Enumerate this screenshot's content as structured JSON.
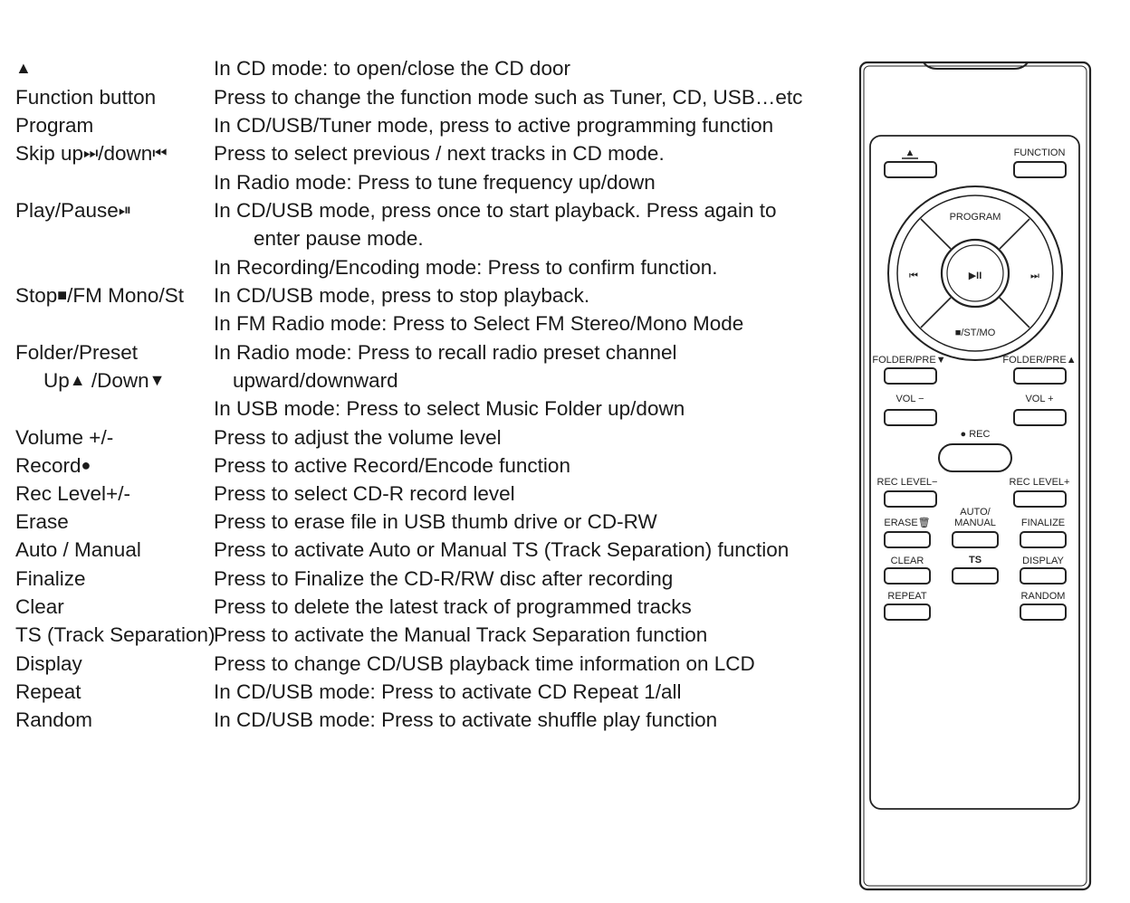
{
  "rows": [
    {
      "label": "",
      "label_symbol": "▲",
      "desc": "In CD mode: to open/close the CD door"
    },
    {
      "label": "Function button",
      "desc": "Press to change the function mode such as Tuner, CD, USB…etc"
    },
    {
      "label": "Program",
      "desc": "In CD/USB/Tuner mode, press to active programming function"
    },
    {
      "label": "Skip up",
      "label_symbol": "⏭",
      "label_suffix": "/down",
      "label_symbol2": "⏮",
      "desc": "Press to select previous / next tracks in CD mode."
    },
    {
      "label": "",
      "desc": "In Radio mode: Press to tune frequency up/down"
    },
    {
      "label": "Play/Pause",
      "label_symbol": "⏯",
      "desc": "In CD/USB mode, press once to start playback. Press again to"
    },
    {
      "label": "",
      "desc": "enter pause mode.",
      "indent": true
    },
    {
      "label": "",
      "desc": "In Recording/Encoding mode: Press to confirm function."
    },
    {
      "label": "Stop",
      "label_symbol": "■",
      "label_suffix": "/FM Mono/St",
      "desc": "In CD/USB mode, press to stop playback."
    },
    {
      "label": "",
      "desc": "In FM Radio mode: Press to Select FM Stereo/Mono Mode"
    },
    {
      "label": "Folder/Preset",
      "desc": "In Radio mode: Press to recall radio preset channel"
    },
    {
      "label": "Up",
      "label_symbol": "▲",
      "label_suffix": " /Down",
      "label_symbol2": "▼",
      "label_indent": true,
      "desc": "upward/downward",
      "indent2": true
    },
    {
      "label": "",
      "desc": "In USB mode: Press to select Music Folder up/down"
    },
    {
      "label": "Volume +/-",
      "desc": "Press to adjust the volume level"
    },
    {
      "label": "Record",
      "label_symbol": "●",
      "desc": "Press to active Record/Encode function"
    },
    {
      "label": "Rec Level+/-",
      "desc": "Press to select CD-R record level"
    },
    {
      "label": "Erase",
      "desc": "Press to erase file in USB thumb drive or CD-RW"
    },
    {
      "label": "Auto / Manual",
      "desc": "Press to activate Auto or Manual TS (Track Separation) function"
    },
    {
      "label": "Finalize",
      "desc": "Press to Finalize the CD-R/RW disc after recording"
    },
    {
      "label": "Clear",
      "desc": "Press to delete the latest track of programmed tracks"
    },
    {
      "label": "TS (Track Separation)",
      "desc": "Press to activate the Manual Track Separation function"
    },
    {
      "label": "Display",
      "desc": "Press to change CD/USB playback time information on LCD"
    },
    {
      "label": "Repeat",
      "desc": "In CD/USB mode: Press to activate CD Repeat 1/all"
    },
    {
      "label": "Random",
      "desc": "In CD/USB mode: Press to activate shuffle play function"
    }
  ],
  "remote": {
    "eject": "▲",
    "function": "FUNCTION",
    "program": "PROGRAM",
    "prev": "⏮",
    "play_pause": "▶II",
    "next": "⏭",
    "stop_st_mo": "■/ST/MO",
    "folder_pre_down": "FOLDER/PRE▼",
    "folder_pre_up": "FOLDER/PRE▲",
    "vol_minus": "VOL −",
    "vol_plus": "VOL +",
    "rec": "● REC",
    "rec_level_minus": "REC LEVEL−",
    "rec_level_plus": "REC LEVEL+",
    "erase": "ERASE🗑",
    "auto_manual_1": "AUTO/",
    "auto_manual_2": "MANUAL",
    "finalize": "FINALIZE",
    "clear": "CLEAR",
    "ts": "TS",
    "display": "DISPLAY",
    "repeat": "REPEAT",
    "random": "RANDOM"
  },
  "colors": {
    "text": "#1a1a1a",
    "line": "#222222"
  }
}
